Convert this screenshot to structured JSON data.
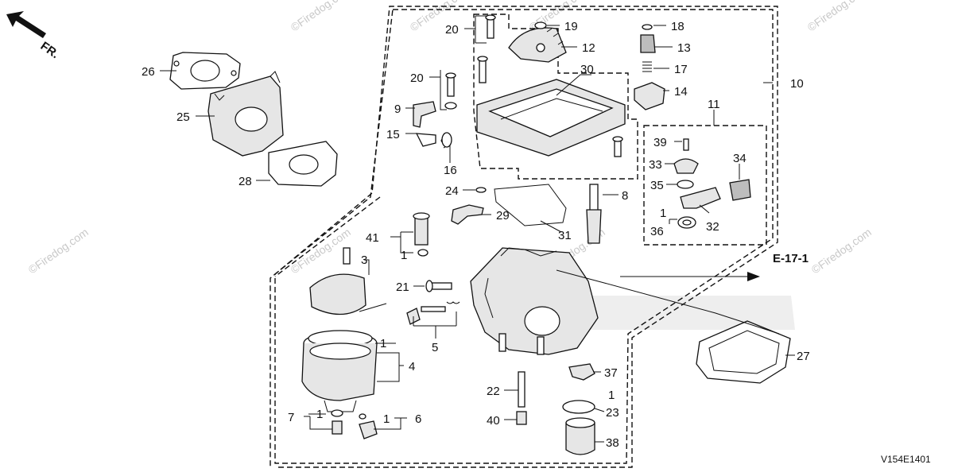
{
  "diagram": {
    "orientation_label": "FR.",
    "figure_code": "V154E1401",
    "reference": "E-17-1",
    "watermark": "©Firedog.com",
    "callouts": {
      "p1a": "1",
      "p1b": "1",
      "p1c": "1",
      "p1d": "1",
      "p1e": "1",
      "p1f": "1",
      "p3": "3",
      "p4": "4",
      "p5": "5",
      "p6": "6",
      "p7": "7",
      "p8": "8",
      "p9": "9",
      "p10": "10",
      "p11": "11",
      "p12": "12",
      "p13": "13",
      "p14": "14",
      "p15": "15",
      "p16": "16",
      "p17": "17",
      "p18": "18",
      "p19": "19",
      "p20a": "20",
      "p20b": "20",
      "p21": "21",
      "p22": "22",
      "p23": "23",
      "p24": "24",
      "p25": "25",
      "p26": "26",
      "p27": "27",
      "p28": "28",
      "p29": "29",
      "p30": "30",
      "p31": "31",
      "p32": "32",
      "p33": "33",
      "p34": "34",
      "p35": "35",
      "p36": "36",
      "p37": "37",
      "p38": "38",
      "p39": "39",
      "p40": "40",
      "p41": "41"
    }
  }
}
